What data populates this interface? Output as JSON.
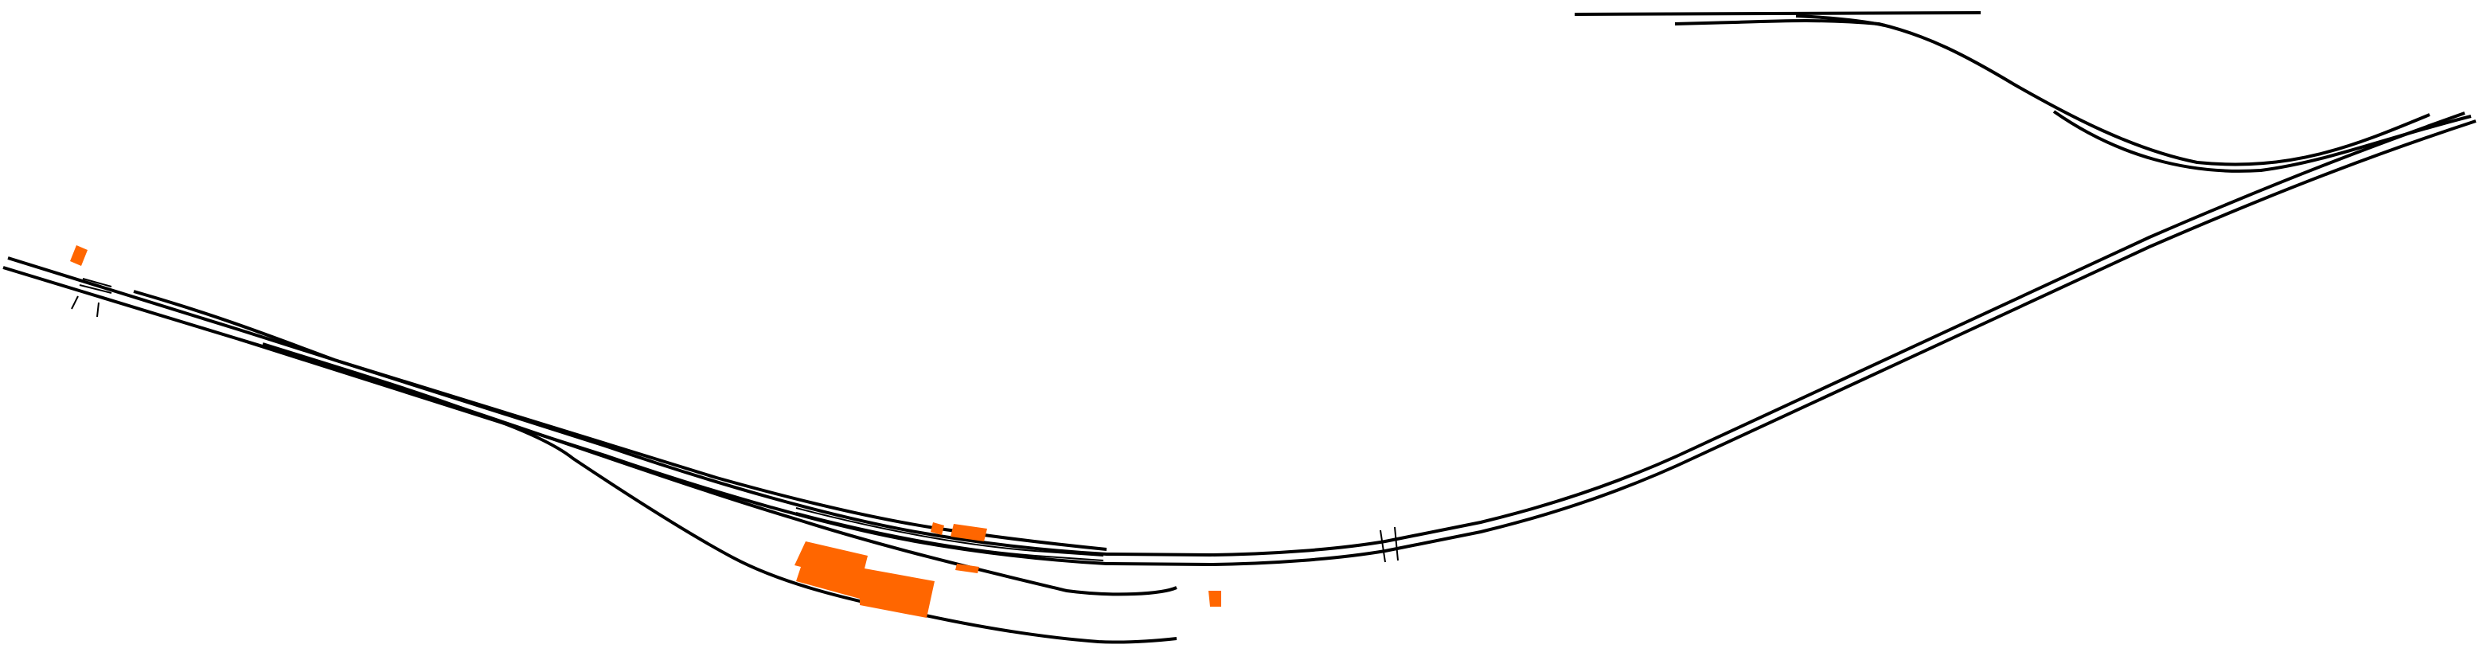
{
  "map": {
    "rail_color": "#000000",
    "building_color": "#ff6600",
    "background": "#ffffff",
    "features": [
      "railway-tracks",
      "station-buildings",
      "platforms",
      "bridge-marker",
      "branch-siding"
    ]
  }
}
